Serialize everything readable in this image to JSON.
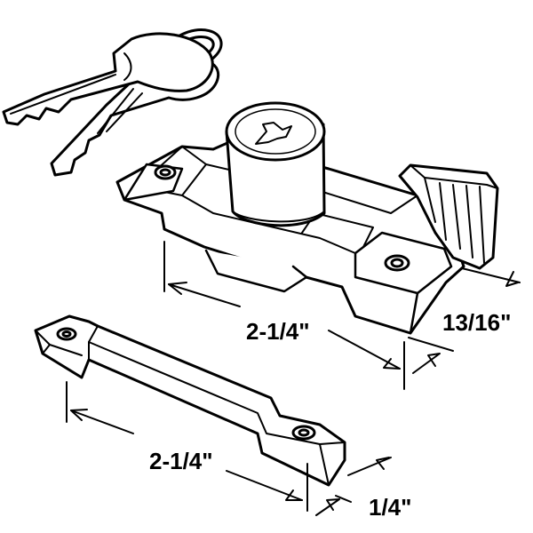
{
  "dimensions": {
    "lock_length": "2-1/4\"",
    "lock_depth": "13/16\"",
    "keeper_length": "2-1/4\"",
    "keeper_width": "1/4\""
  }
}
